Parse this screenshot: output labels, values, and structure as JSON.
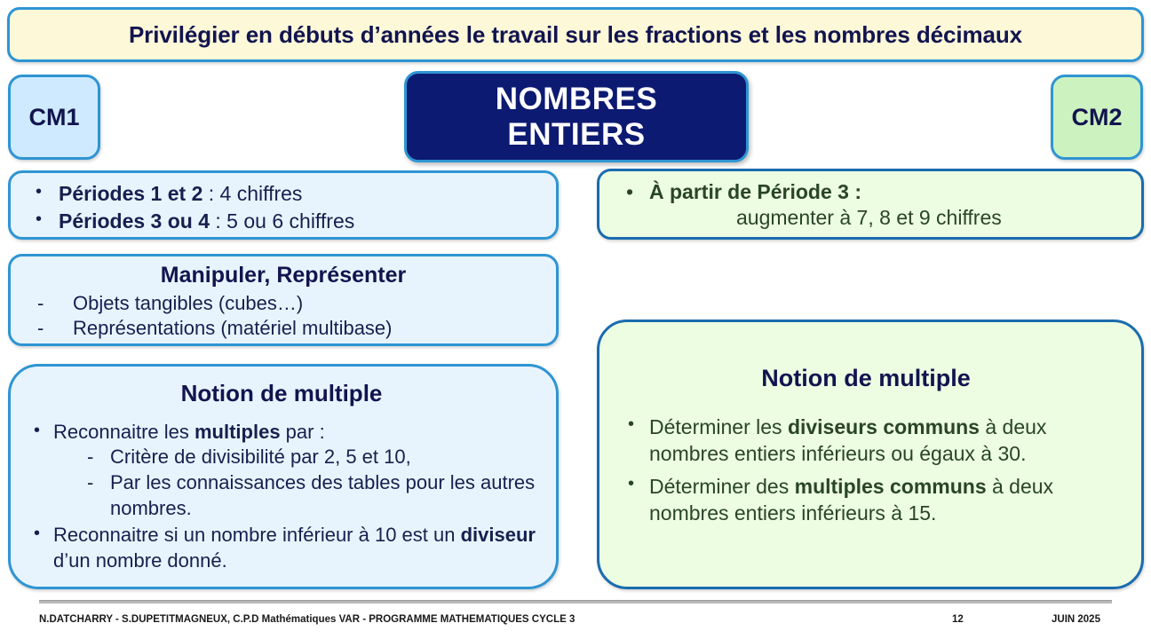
{
  "slide": {
    "title": "Privilégier en débuts d’années le travail sur les fractions et les nombres décimaux",
    "center_heading_line1": "NOMBRES",
    "center_heading_line2": "ENTIERS",
    "level_left": "CM1",
    "level_right": "CM2"
  },
  "colors": {
    "title_fill": "#fcf8d8",
    "blue_fill": "#e8f4fd",
    "green_fill": "#ecfde2",
    "blue_border": "#2e95d3",
    "green_border": "#1a6cae",
    "navy": "#0d1a72",
    "chip_cm1_fill": "#cfeaff",
    "chip_cm2_fill": "#ccf2bf",
    "green_text": "#2a4526"
  },
  "cm1": {
    "periodes": {
      "items": [
        {
          "bold": "Périodes 1 et 2",
          "rest": " : 4 chiffres"
        },
        {
          "bold": "Périodes 3 ou 4",
          "rest": " : 5 ou 6 chiffres"
        }
      ]
    },
    "manipuler": {
      "title": "Manipuler, Représenter",
      "items": [
        "Objets tangibles (cubes…)",
        "Représentations (matériel multibase)"
      ]
    },
    "multiple": {
      "title": "Notion de multiple",
      "bullet1_pre": "Reconnaitre les ",
      "bullet1_bold": "multiples",
      "bullet1_post": " par :",
      "sub_items": [
        "Critère de divisibilité par 2, 5 et 10,",
        "Par les connaissances des tables pour les autres nombres."
      ],
      "bullet2_pre": "Reconnaitre si un nombre inférieur à 10 est un ",
      "bullet2_bold": "diviseur",
      "bullet2_post": " d’un nombre donné."
    }
  },
  "cm2": {
    "periodes": {
      "line1_bold": "À partir de Période 3 :",
      "line2": "augmenter à 7, 8 et 9 chiffres"
    },
    "multiple": {
      "title": "Notion de multiple",
      "bullet1_pre": "Déterminer les ",
      "bullet1_bold": "diviseurs communs",
      "bullet1_post": " à deux nombres entiers inférieurs ou égaux à 30.",
      "bullet2_pre": "Déterminer des ",
      "bullet2_bold": "multiples communs",
      "bullet2_post": " à deux nombres entiers inférieurs à 15."
    }
  },
  "footer": {
    "credits": "N.DATCHARRY - S.DUPETITMAGNEUX, C.P.D Mathématiques VAR - PROGRAMME MATHEMATIQUES CYCLE 3",
    "page_number": "12",
    "date": "JUIN 2025"
  }
}
